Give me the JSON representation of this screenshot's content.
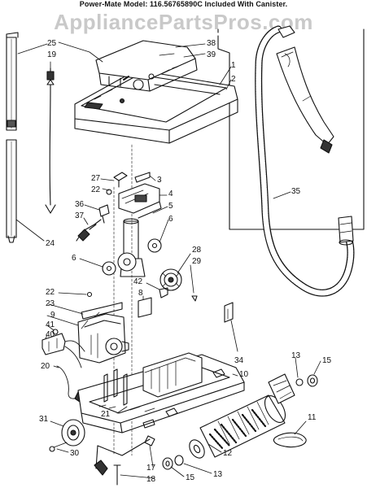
{
  "header": {
    "text": "Power-Mate Model: 116.56765890C  Included With Canister."
  },
  "watermark": "AppliancePartsPros.com",
  "callouts": {
    "c25": "25",
    "c19": "19",
    "c38": "38",
    "c39": "39",
    "c1": "1",
    "c2": "2",
    "c35": "35",
    "c27": "27",
    "c3": "3",
    "c22a": "22",
    "c4": "4",
    "c36": "36",
    "c5": "5",
    "c37": "37",
    "c6a": "6",
    "c24": "24",
    "c28": "28",
    "c6b": "6",
    "c29": "29",
    "c42": "42",
    "c8": "8",
    "c22b": "22",
    "c23": "23",
    "c9": "9",
    "c41": "41",
    "c40": "40",
    "c34": "34",
    "c13a": "13",
    "c15a": "15",
    "c10": "10",
    "c20": "20",
    "c21": "21",
    "c11": "11",
    "c31": "31",
    "c30": "30",
    "c12": "12",
    "c17": "17",
    "c18": "18",
    "c15b": "15",
    "c13b": "13"
  }
}
